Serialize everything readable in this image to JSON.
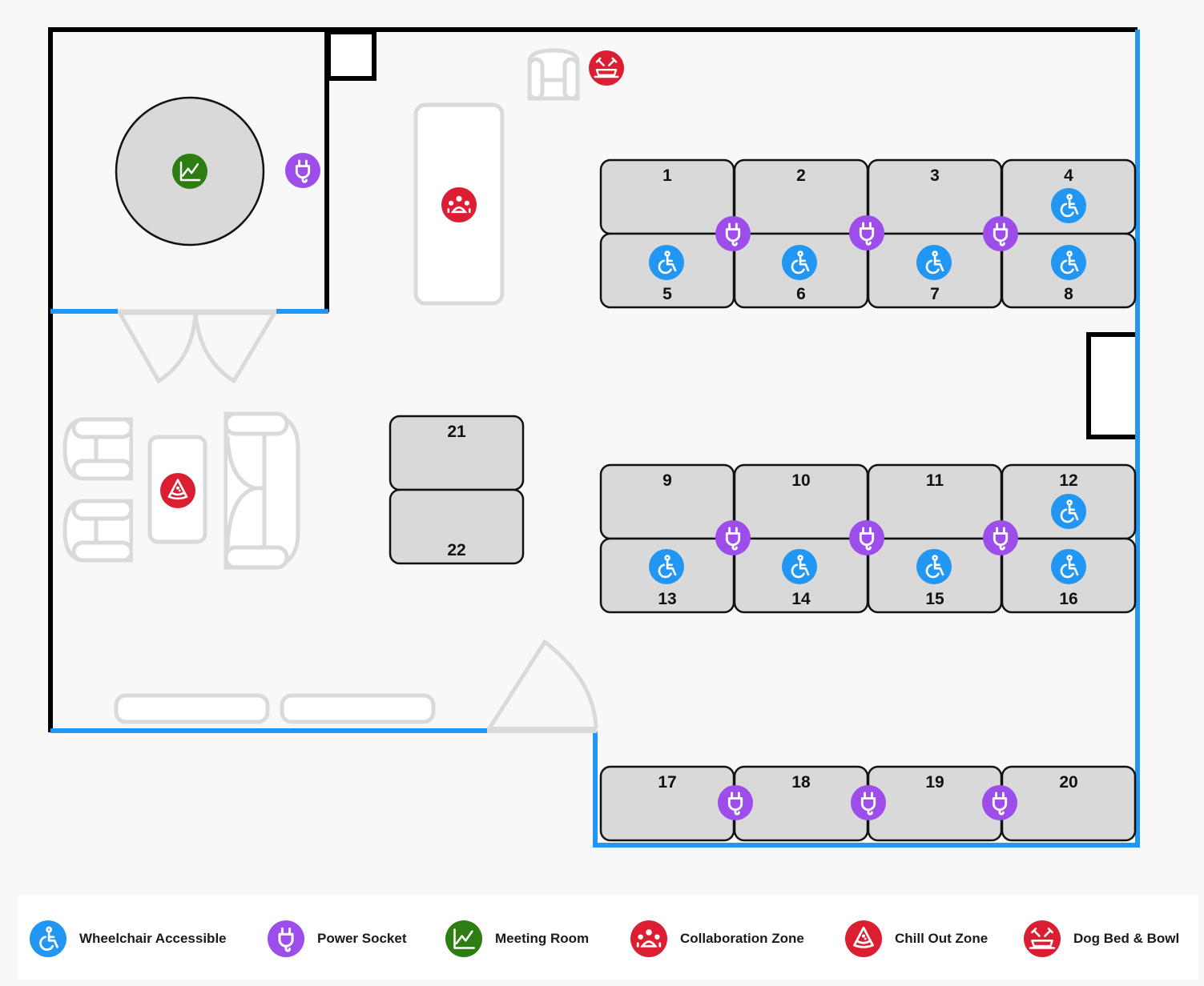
{
  "colors": {
    "background": "#f8f8f8",
    "wall_solid": "#000000",
    "wall_window": "#2196f3",
    "furniture_outline": "#dadada",
    "desk_fill": "#d9d9d9",
    "wheelchair": "#2196f3",
    "power": "#9c4dea",
    "meeting": "#2e7d12",
    "amenity_red": "#dc1e32"
  },
  "desks": [
    {
      "id": "1",
      "label": "1",
      "power": false,
      "wheelchair": false
    },
    {
      "id": "2",
      "label": "2",
      "power": false,
      "wheelchair": false
    },
    {
      "id": "3",
      "label": "3",
      "power": false,
      "wheelchair": false
    },
    {
      "id": "4",
      "label": "4",
      "power": false,
      "wheelchair": true
    },
    {
      "id": "5",
      "label": "5",
      "power": false,
      "wheelchair": true
    },
    {
      "id": "6",
      "label": "6",
      "power": false,
      "wheelchair": true
    },
    {
      "id": "7",
      "label": "7",
      "power": false,
      "wheelchair": true
    },
    {
      "id": "8",
      "label": "8",
      "power": false,
      "wheelchair": true
    },
    {
      "id": "9",
      "label": "9",
      "power": false,
      "wheelchair": false
    },
    {
      "id": "10",
      "label": "10",
      "power": false,
      "wheelchair": false
    },
    {
      "id": "11",
      "label": "11",
      "power": false,
      "wheelchair": false
    },
    {
      "id": "12",
      "label": "12",
      "power": false,
      "wheelchair": true
    },
    {
      "id": "13",
      "label": "13",
      "power": false,
      "wheelchair": true
    },
    {
      "id": "14",
      "label": "14",
      "power": false,
      "wheelchair": true
    },
    {
      "id": "15",
      "label": "15",
      "power": false,
      "wheelchair": true
    },
    {
      "id": "16",
      "label": "16",
      "power": false,
      "wheelchair": true
    },
    {
      "id": "17",
      "label": "17",
      "power": false,
      "wheelchair": false
    },
    {
      "id": "18",
      "label": "18",
      "power": false,
      "wheelchair": false
    },
    {
      "id": "19",
      "label": "19",
      "power": false,
      "wheelchair": false
    },
    {
      "id": "20",
      "label": "20",
      "power": false,
      "wheelchair": false
    },
    {
      "id": "21",
      "label": "21",
      "power": false,
      "wheelchair": false
    },
    {
      "id": "22",
      "label": "22",
      "power": false,
      "wheelchair": false
    }
  ],
  "zones": {
    "meeting_room": {
      "icon": "meeting-room-icon"
    },
    "collaboration_zone": {
      "icon": "collaboration-zone-icon"
    },
    "chill_out_zone": {
      "icon": "chill-out-zone-icon"
    },
    "dog_bed_bowl": {
      "icon": "dog-bed-bowl-icon"
    }
  },
  "legend": [
    {
      "key": "wheelchair",
      "label": "Wheelchair Accessible",
      "icon": "wheelchair-icon"
    },
    {
      "key": "power",
      "label": "Power Socket",
      "icon": "power-socket-icon"
    },
    {
      "key": "meeting",
      "label": "Meeting Room",
      "icon": "meeting-room-icon"
    },
    {
      "key": "collab",
      "label": "Collaboration Zone",
      "icon": "collaboration-zone-icon"
    },
    {
      "key": "chill",
      "label": "Chill Out Zone",
      "icon": "chill-out-zone-icon"
    },
    {
      "key": "dog",
      "label": "Dog Bed & Bowl",
      "icon": "dog-bed-bowl-icon"
    }
  ]
}
